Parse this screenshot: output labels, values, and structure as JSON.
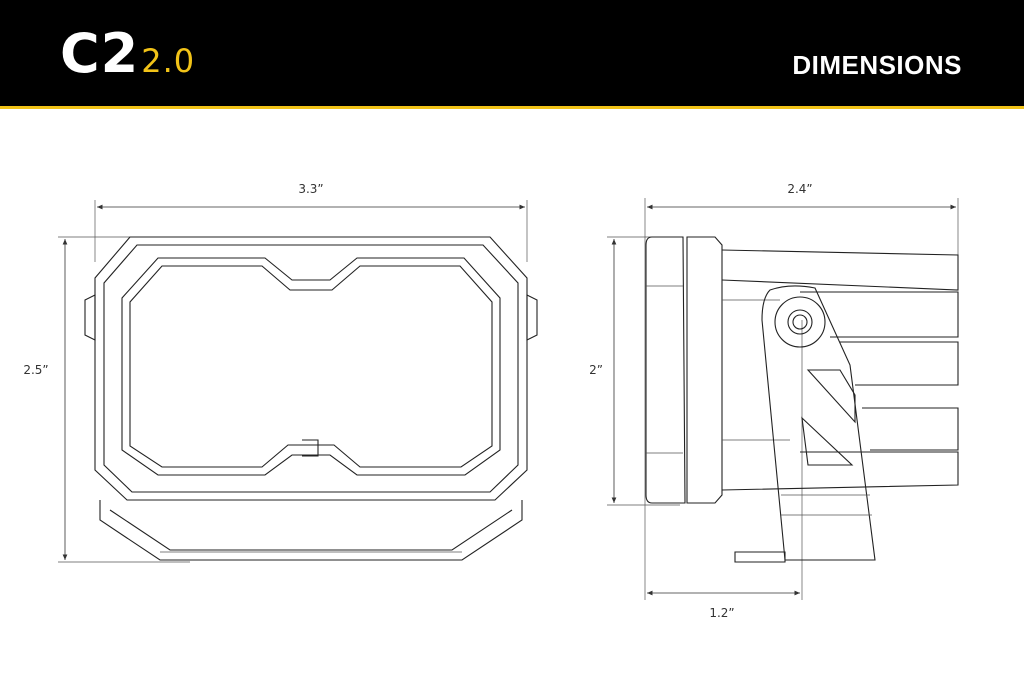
{
  "header": {
    "logo_text": "C2",
    "logo_version": "2.0",
    "title": "DIMENSIONS",
    "accent_color": "#f2c318"
  },
  "front_view": {
    "width_label": "3.3”",
    "height_label": "2.5”"
  },
  "side_view": {
    "depth_label": "2.4”",
    "height_label": "2”",
    "mount_offset_label": "1.2”"
  }
}
